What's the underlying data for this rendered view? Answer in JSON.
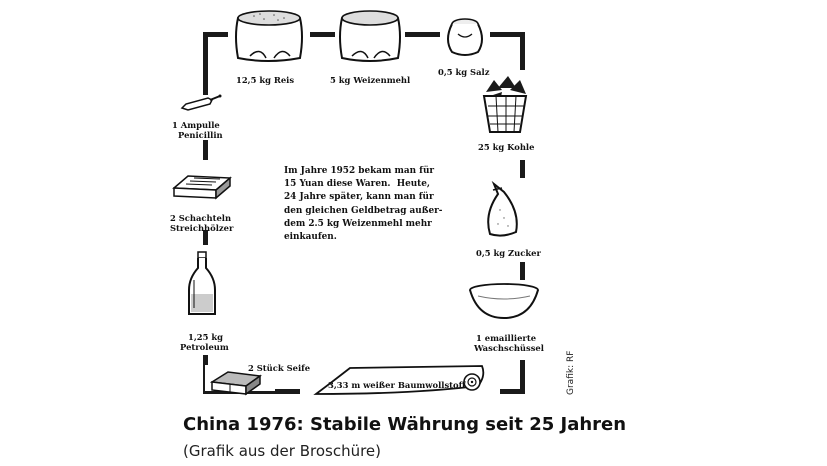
{
  "center_text": "Im Jahre 1952 bekam man für\n15 Yuan diese Waren.  Heute,\n24 Jahre später, kann man für\nden gleichen Geldbetrag außer-\ndem 2.5 kg Weizenmehl mehr\neinkaufen.",
  "items": {
    "reis": "12,5 kg Reis",
    "weizenmehl": "5 kg Weizenmehl",
    "salz": "0,5 kg Salz",
    "kohle": "25 kg Kohle",
    "zucker": "0,5 kg Zucker",
    "waschschuessel_1": "1 emaillierte",
    "waschschuessel_2": "Waschschüssel",
    "baumwollstoff": "3,33 m weißer Baumwollstoff",
    "seife": "2 Stück Seife",
    "petroleum_1": "1,25 kg",
    "petroleum_2": "Petroleum",
    "streichhoelzer_1": "2 Schachteln",
    "streichhoelzer_2": "Streichhölzer",
    "penicillin_1": "1 Ampulle",
    "penicillin_2": "Penicillin"
  },
  "caption": {
    "title": "China 1976: Stabile Währung seit 25 Jahren",
    "subtitle": "(Grafik aus der Broschüre)"
  },
  "credit": "Grafik: RF"
}
